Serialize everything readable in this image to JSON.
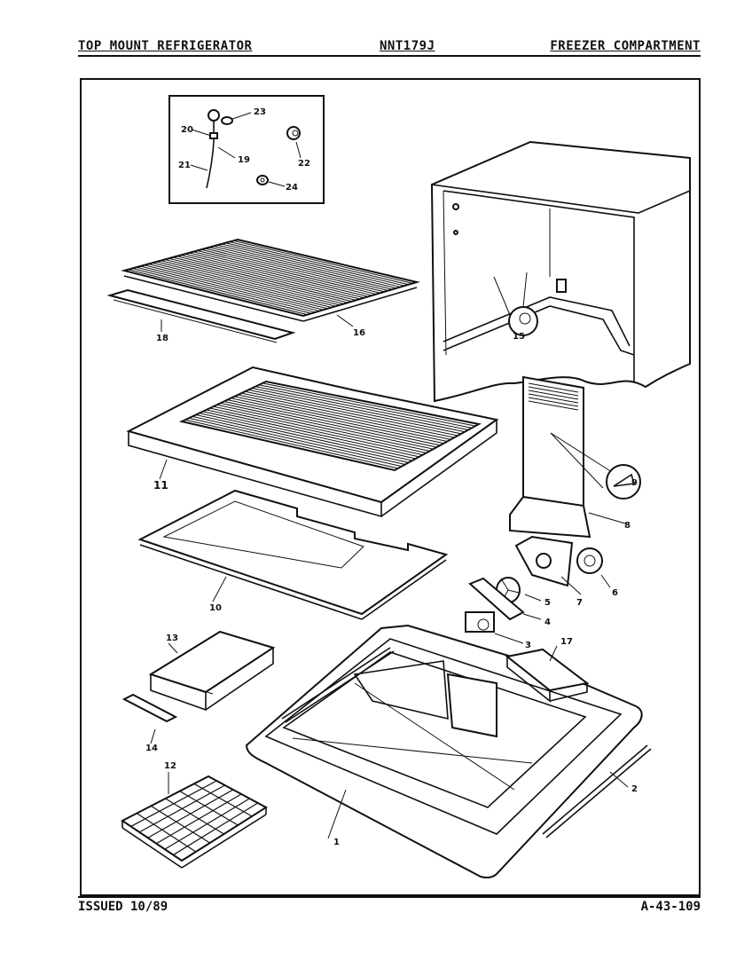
{
  "header": {
    "left_title": "TOP MOUNT REFRIGERATOR",
    "model": "NNT179J",
    "right_title": "FREEZER COMPARTMENT"
  },
  "footer": {
    "issued": "ISSUED 10/89",
    "doc_number": "A-43-109"
  },
  "callouts": {
    "c1": "1",
    "c2": "2",
    "c3": "3",
    "c4": "4",
    "c5": "5",
    "c6": "6",
    "c7": "7",
    "c8": "8",
    "c9": "9",
    "c10": "10",
    "c11": "11",
    "c12": "12",
    "c13": "13",
    "c14": "14",
    "c15": "15",
    "c16": "16",
    "c17": "17",
    "c18": "18",
    "c19": "19",
    "c20": "20",
    "c21": "21",
    "c22": "22",
    "c23": "23",
    "c24": "24"
  }
}
